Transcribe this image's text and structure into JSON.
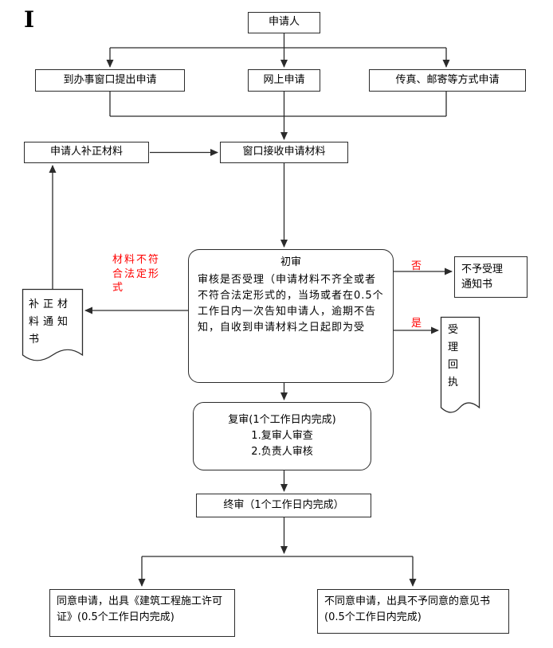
{
  "marker": "I",
  "colors": {
    "line": "#2b2b2b",
    "accent_red": "#ff0000",
    "background": "#ffffff"
  },
  "nodes": {
    "applicant": "申请人",
    "window_apply": "到办事窗口提出申请",
    "online_apply": "网上申请",
    "fax_mail_apply": "传真、邮寄等方式申请",
    "applicant_supplement": "申请人补正材料",
    "window_receive": "窗口接收申请材料",
    "initial_review_title": "初审",
    "initial_review_body": "审核是否受理（申请材料不齐全或者不符合法定形式的，当场或者在0.5个工作日内一次告知申请人，逾期不告知，自收到申请材料之日起即为受",
    "supplement_notice_doc": "补正材料通知书",
    "reject_notice": "不予受理通知书",
    "acceptance_receipt_doc": "受理回执",
    "second_review_line1": "复审(1个工作日内完成)",
    "second_review_line2": "1.复审人审查",
    "second_review_line3": "2.负责人审核",
    "final_review": "终审（1个工作日内完成）",
    "approve_outcome": "同意申请，出具《建筑工程施工许可证》(0.5个工作日内完成)",
    "reject_outcome": "不同意申请，出具不予同意的意见书(0.5个工作日内完成)"
  },
  "annotations": {
    "nonconform": "材料不符合法定形式",
    "no": "否",
    "yes": "是"
  }
}
